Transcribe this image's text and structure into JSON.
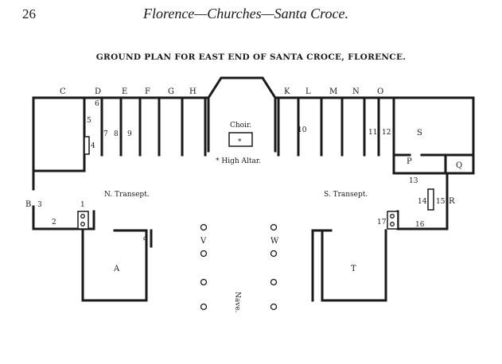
{
  "page": {
    "number": "26",
    "running_head": "Florence—Churches—Santa Croce.",
    "plan_title": "GROUND PLAN FOR EAST END OF SANTA CROCE, FLORENCE."
  },
  "letters": {
    "C": "C",
    "D": "D",
    "E": "E",
    "F": "F",
    "G": "G",
    "H": "H",
    "K": "K",
    "L": "L",
    "M": "M",
    "N": "N",
    "O": "O",
    "S": "S",
    "P": "P",
    "Q": "Q",
    "R": "R",
    "B": "B",
    "A": "A",
    "T": "T",
    "V": "V",
    "W": "W",
    "a": "a"
  },
  "numbers": {
    "n1": "1",
    "n1b": "1",
    "n2": "2",
    "n3": "3",
    "n4": "4",
    "n5": "5",
    "n6": "6",
    "n7": "7",
    "n8": "8",
    "n9": "9",
    "n10": "10",
    "n11": "11",
    "n12": "12",
    "n13": "13",
    "n14": "14",
    "n15": "15",
    "n16": "16",
    "n17": "17"
  },
  "labels": {
    "choir": "Choir.",
    "choir_mark": "*",
    "high_altar": "* High Altar.",
    "n_transept": "N. Transept.",
    "s_transept": "S. Transept.",
    "nave": "Nave."
  },
  "colors": {
    "ink": "#1a1a1a",
    "paper": "#ffffff"
  }
}
